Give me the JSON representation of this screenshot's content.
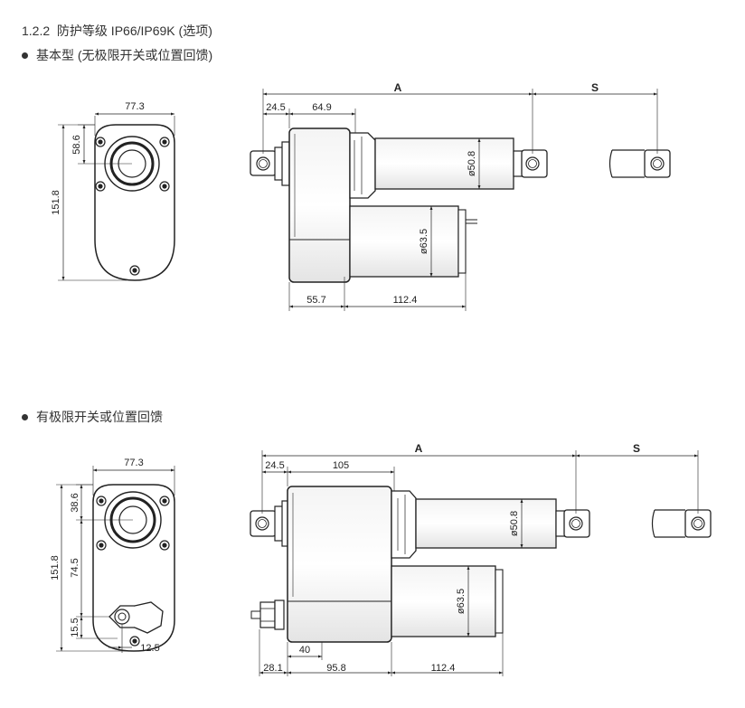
{
  "heading": {
    "number": "1.2.2",
    "title": "防护等级 IP66/IP69K (选项)"
  },
  "section1": {
    "title": "基本型 (无极限开关或位置回馈)",
    "front": {
      "width": "77.3",
      "top_offset": "58.6",
      "height": "151.8"
    },
    "side": {
      "stroke_label": "A",
      "extend_label": "S",
      "d1": "24.5",
      "d2": "64.9",
      "rod_dia": "ø50.8",
      "motor_dia": "ø63.5",
      "bottom1": "55.7",
      "bottom2": "112.4"
    }
  },
  "section2": {
    "title": "有极限开关或位置回馈",
    "front": {
      "width": "77.3",
      "top_offset": "38.6",
      "mid_offset": "74.5",
      "height": "151.8",
      "bottom_offset": "15.5",
      "connector_offset": "12.5"
    },
    "side": {
      "stroke_label": "A",
      "extend_label": "S",
      "d1": "24.5",
      "d2": "105",
      "rod_dia": "ø50.8",
      "motor_dia": "ø63.5",
      "inner": "40",
      "bottom0": "28.1",
      "bottom1": "95.8",
      "bottom2": "112.4"
    }
  }
}
